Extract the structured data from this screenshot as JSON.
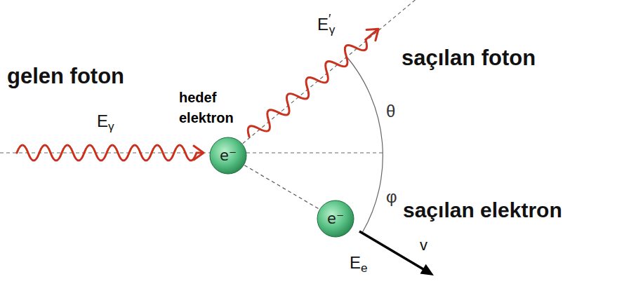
{
  "diagram": {
    "nodes": [
      {
        "text": [
          "hedef elektron",
          "e⁻"
        ]
      },
      {
        "text": [
          "e⁻"
        ]
      }
    ],
    "edges": [
      {
        "from": 0,
        "to": 1,
        "arrow": "none"
      }
    ],
    "labels": [
      "gelen foton",
      "Eγ",
      "E′γ",
      "saçılan foton",
      "θ",
      "φ",
      "saçılan elektron",
      "v",
      "Ee"
    ]
  }
}
